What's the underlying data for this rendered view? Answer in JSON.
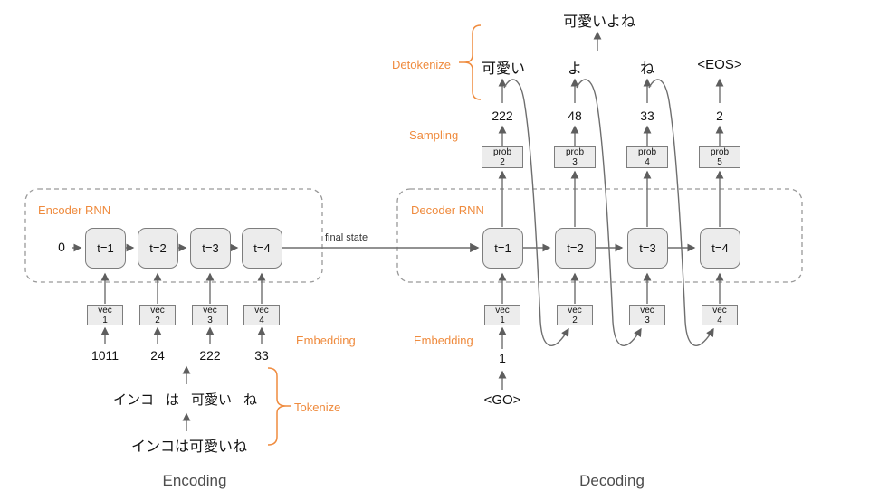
{
  "shared": {
    "vec_label": "vec",
    "prob_label": "prob"
  },
  "colors": {
    "accent_orange": "#EF8B3E",
    "box_fill": "#ECECEC",
    "box_border": "#7D7D7D",
    "wire_gray": "#6E6E6E",
    "dashed_border": "#999999",
    "section_gray": "#4D4D4D"
  },
  "encoder": {
    "box_label": "Encoder RNN",
    "initial_state": "0",
    "cells": [
      "t=1",
      "t=2",
      "t=3",
      "t=4"
    ],
    "vec_ids": [
      "1",
      "2",
      "3",
      "4"
    ],
    "token_ids": [
      "1011",
      "24",
      "222",
      "33"
    ],
    "tokens": [
      "インコ",
      "は",
      "可愛い",
      "ね"
    ],
    "raw_sentence": "インコは可愛いね",
    "labels": {
      "embedding": "Embedding",
      "tokenize": "Tokenize",
      "section": "Encoding"
    }
  },
  "decoder": {
    "box_label": "Decoder RNN",
    "final_state_label": "final state",
    "cells": [
      "t=1",
      "t=2",
      "t=3",
      "t=4"
    ],
    "vec_ids": [
      "1",
      "2",
      "3",
      "4"
    ],
    "prob_ids": [
      "2",
      "3",
      "4",
      "5"
    ],
    "sampled_ids": [
      "222",
      "48",
      "33",
      "2"
    ],
    "output_tokens": [
      "可愛い",
      "よ",
      "ね",
      "<EOS>"
    ],
    "output_sentence": "可愛いよね",
    "go_id": "1",
    "go_token": "<GO>",
    "labels": {
      "embedding": "Embedding",
      "sampling": "Sampling",
      "detokenize": "Detokenize",
      "section": "Decoding"
    }
  }
}
